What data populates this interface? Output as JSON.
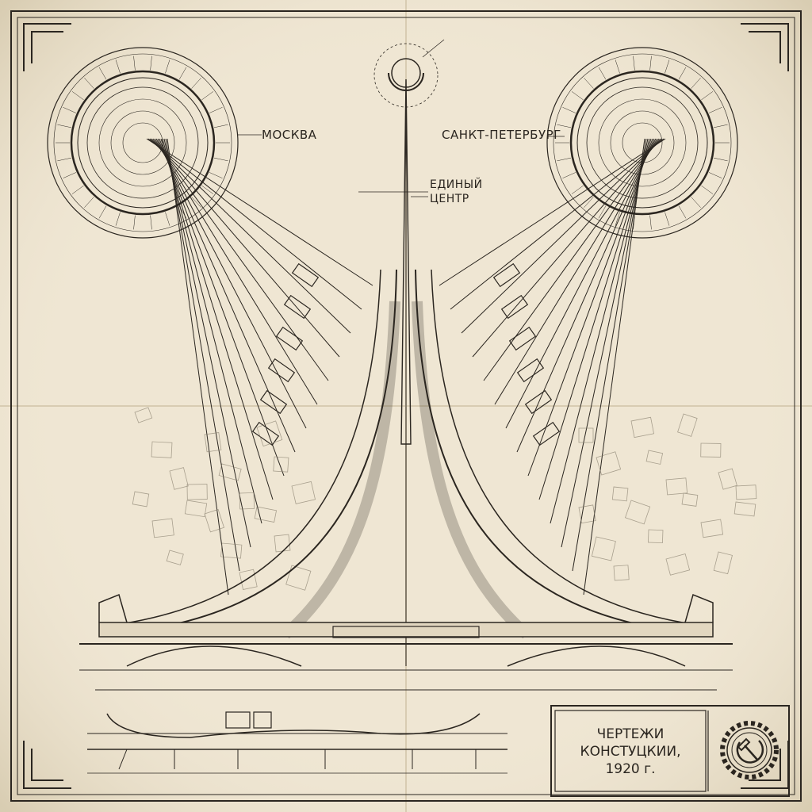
{
  "labels": {
    "moscow": "МОСКВА",
    "petersburg": "САНКТ-ПЕТЕРБУРГ",
    "center_line1": "ЕДИНЫЙ",
    "center_line2": "ЦЕНТР"
  },
  "title_block": {
    "line1": "ЧЕРТЕЖИ",
    "line2": "КОНСТУЦКИИ,",
    "line3": "1920 г."
  },
  "emblem": "hammer-sickle-gear-icon",
  "colors": {
    "paper": "#efe6d3",
    "ink": "#2b2620",
    "faint_ink": "#8a8170"
  }
}
